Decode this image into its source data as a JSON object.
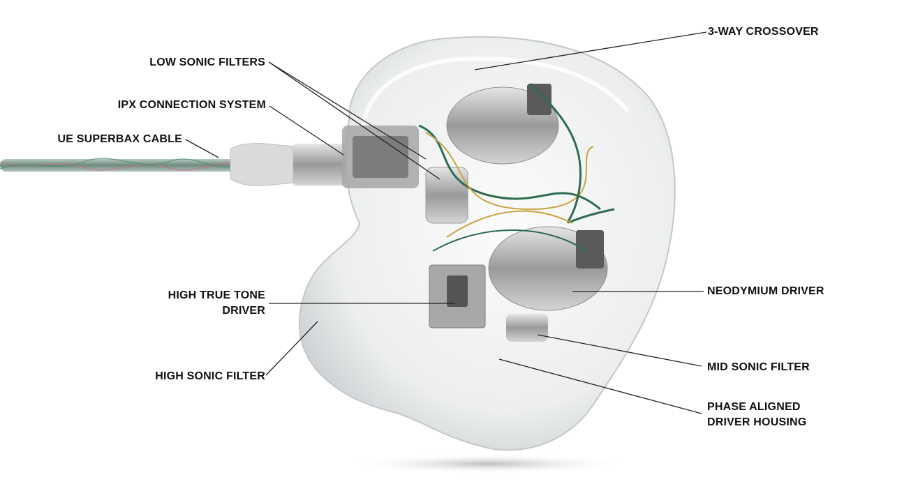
{
  "diagram": {
    "subject": "Custom in-ear monitor cutaway",
    "labels": {
      "crossover": "3-WAY CROSSOVER",
      "low_sonic_filters": "LOW SONIC FILTERS",
      "ipx_connection": "IPX CONNECTION SYSTEM",
      "cable": "UE SUPERBAX CABLE",
      "high_true_tone_line1": "HIGH TRUE TONE",
      "high_true_tone_line2": "DRIVER",
      "high_sonic_filter": "HIGH SONIC FILTER",
      "neodymium_driver": "NEODYMIUM DRIVER",
      "mid_sonic_filter": "MID SONIC FILTER",
      "phase_aligned_line1": "PHASE ALIGNED",
      "phase_aligned_line2": "DRIVER HOUSING"
    },
    "colors": {
      "text": "#111111",
      "leader_line": "#222222",
      "shell": "#e6e8ea",
      "wire_green": "#2f6b4e",
      "wire_gold": "#c9a441"
    }
  }
}
